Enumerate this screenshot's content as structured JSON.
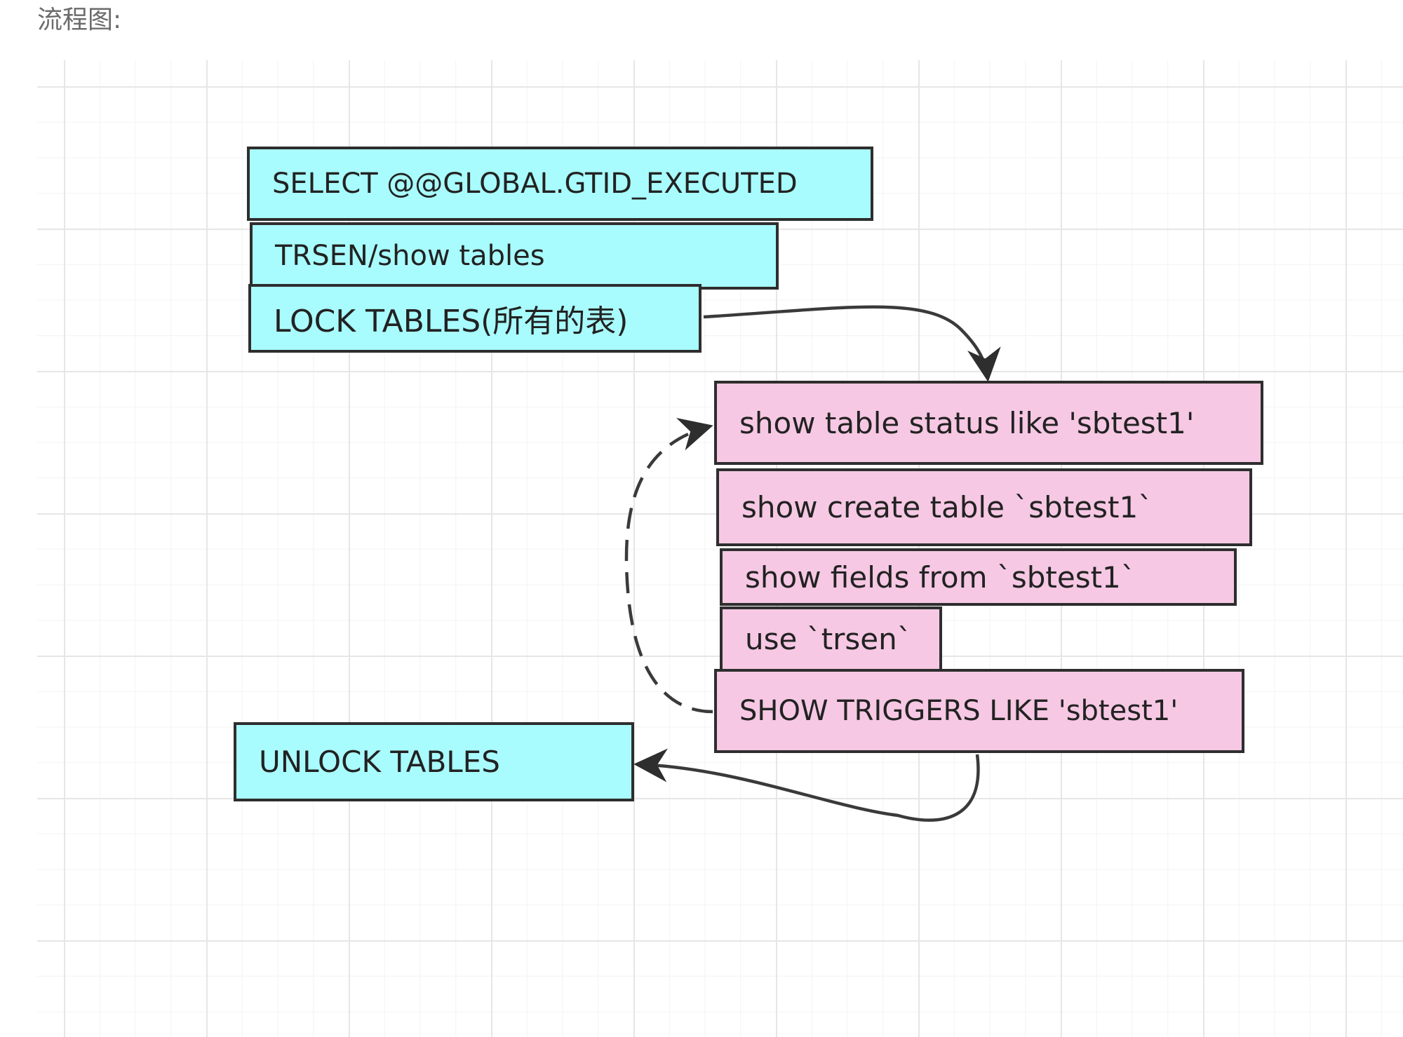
{
  "page": {
    "title": "流程图:"
  },
  "diagram": {
    "nodes": {
      "n1": {
        "label": "SELECT @@GLOBAL.GTID_EXECUTED",
        "fill": "#a9fcfd"
      },
      "n2": {
        "label": "TRSEN/show tables",
        "fill": "#a9fcfd"
      },
      "n3": {
        "label": "LOCK TABLES(所有的表)",
        "fill": "#a9fcfd"
      },
      "n4": {
        "label": "show table status like 'sbtest1'",
        "fill": "#f6c8e3"
      },
      "n5": {
        "label": "show create table `sbtest1`",
        "fill": "#f6c8e3"
      },
      "n6": {
        "label": "show fields from `sbtest1`",
        "fill": "#f6c8e3"
      },
      "n7": {
        "label": "use `trsen`",
        "fill": "#f6c8e3"
      },
      "n8": {
        "label": "SHOW TRIGGERS LIKE 'sbtest1'",
        "fill": "#f6c8e3"
      },
      "n9": {
        "label": "UNLOCK TABLES",
        "fill": "#a9fcfd"
      }
    },
    "edges": [
      {
        "from": "n3",
        "to": "n4",
        "style": "solid"
      },
      {
        "from": "n8",
        "to": "n4",
        "style": "dashed"
      },
      {
        "from": "n8",
        "to": "n9",
        "style": "solid"
      }
    ],
    "colors": {
      "stroke": "#2e2e2e",
      "grid": "#e6e6e6"
    }
  }
}
